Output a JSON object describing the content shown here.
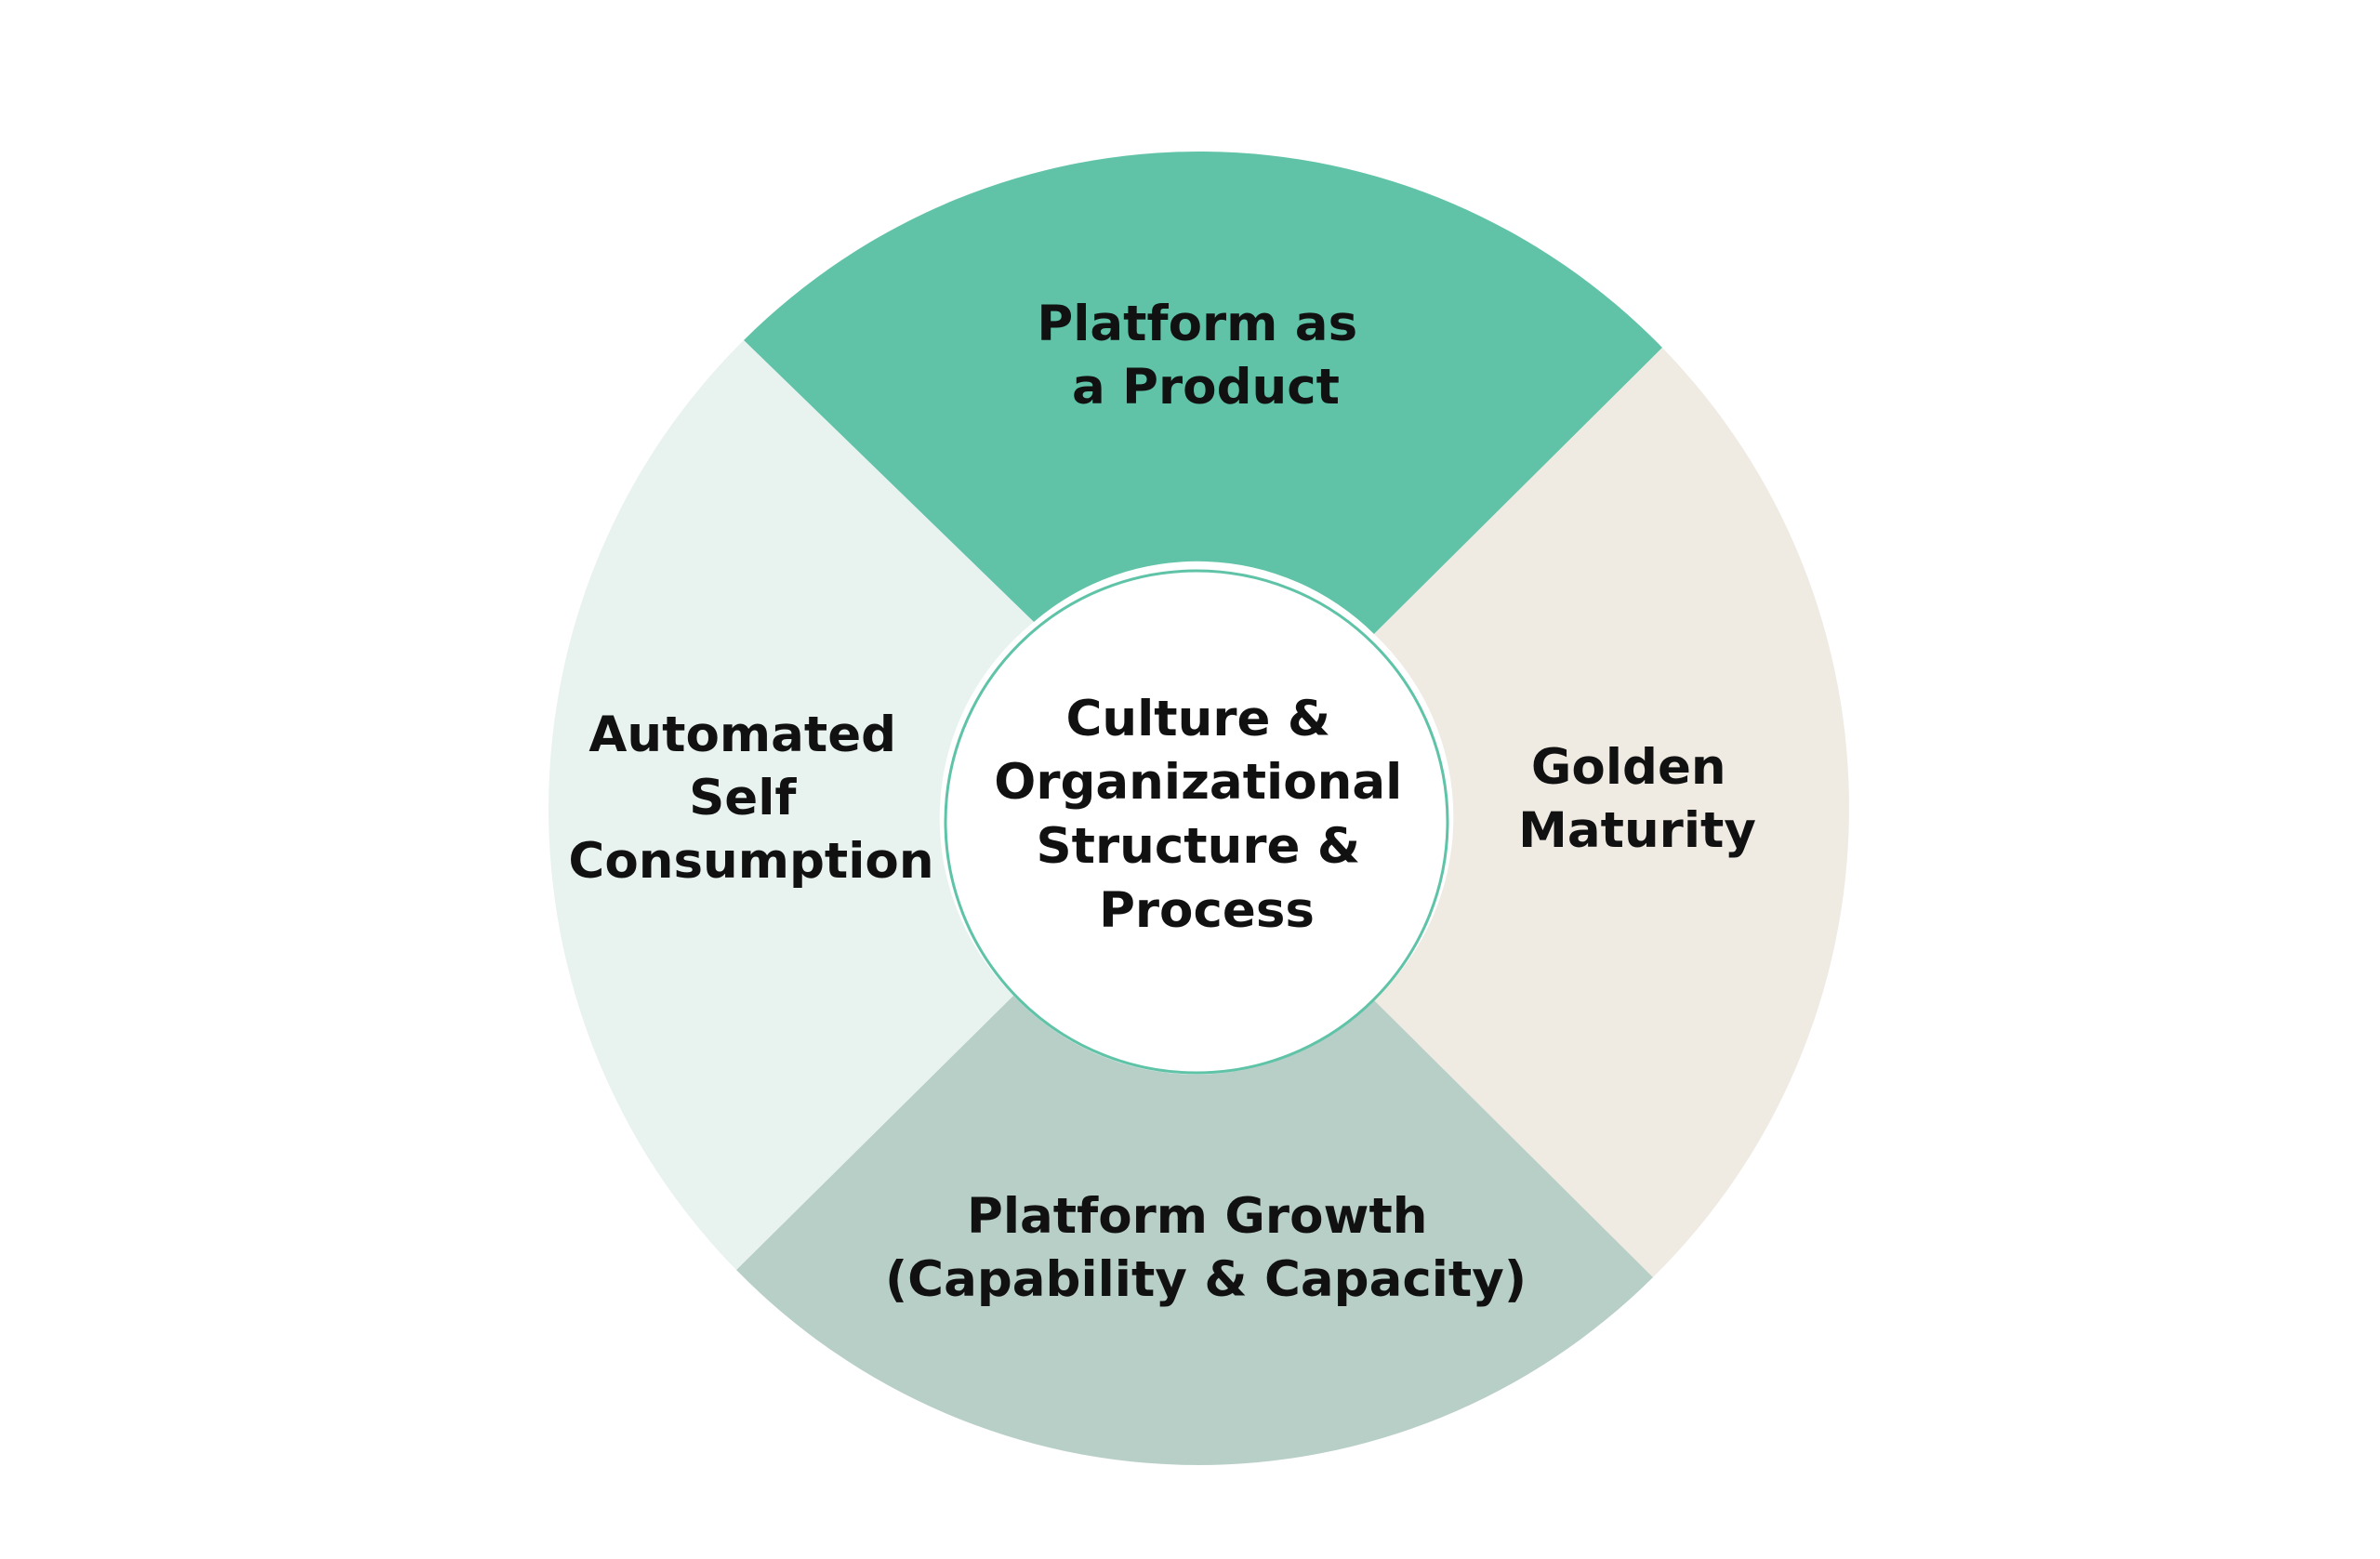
{
  "diagram": {
    "center": {
      "lines": [
        "Culture &",
        "Organizational",
        "Structure &",
        "Process"
      ],
      "fill": "#ffffff",
      "stroke": "#5fc3a7"
    },
    "segments": [
      {
        "id": "top",
        "lines": [
          "Platform as",
          "a Product"
        ],
        "color": "#60c3a7"
      },
      {
        "id": "right",
        "lines": [
          "Golden",
          "Maturity"
        ],
        "color": "#efebe3"
      },
      {
        "id": "bottom",
        "lines": [
          "Platform Growth",
          "(Capability & Capacity)"
        ],
        "color": "#b8cfc8"
      },
      {
        "id": "left",
        "lines": [
          "Automated",
          "Self",
          "Consumption"
        ],
        "color": "#e8f2ef"
      }
    ]
  }
}
